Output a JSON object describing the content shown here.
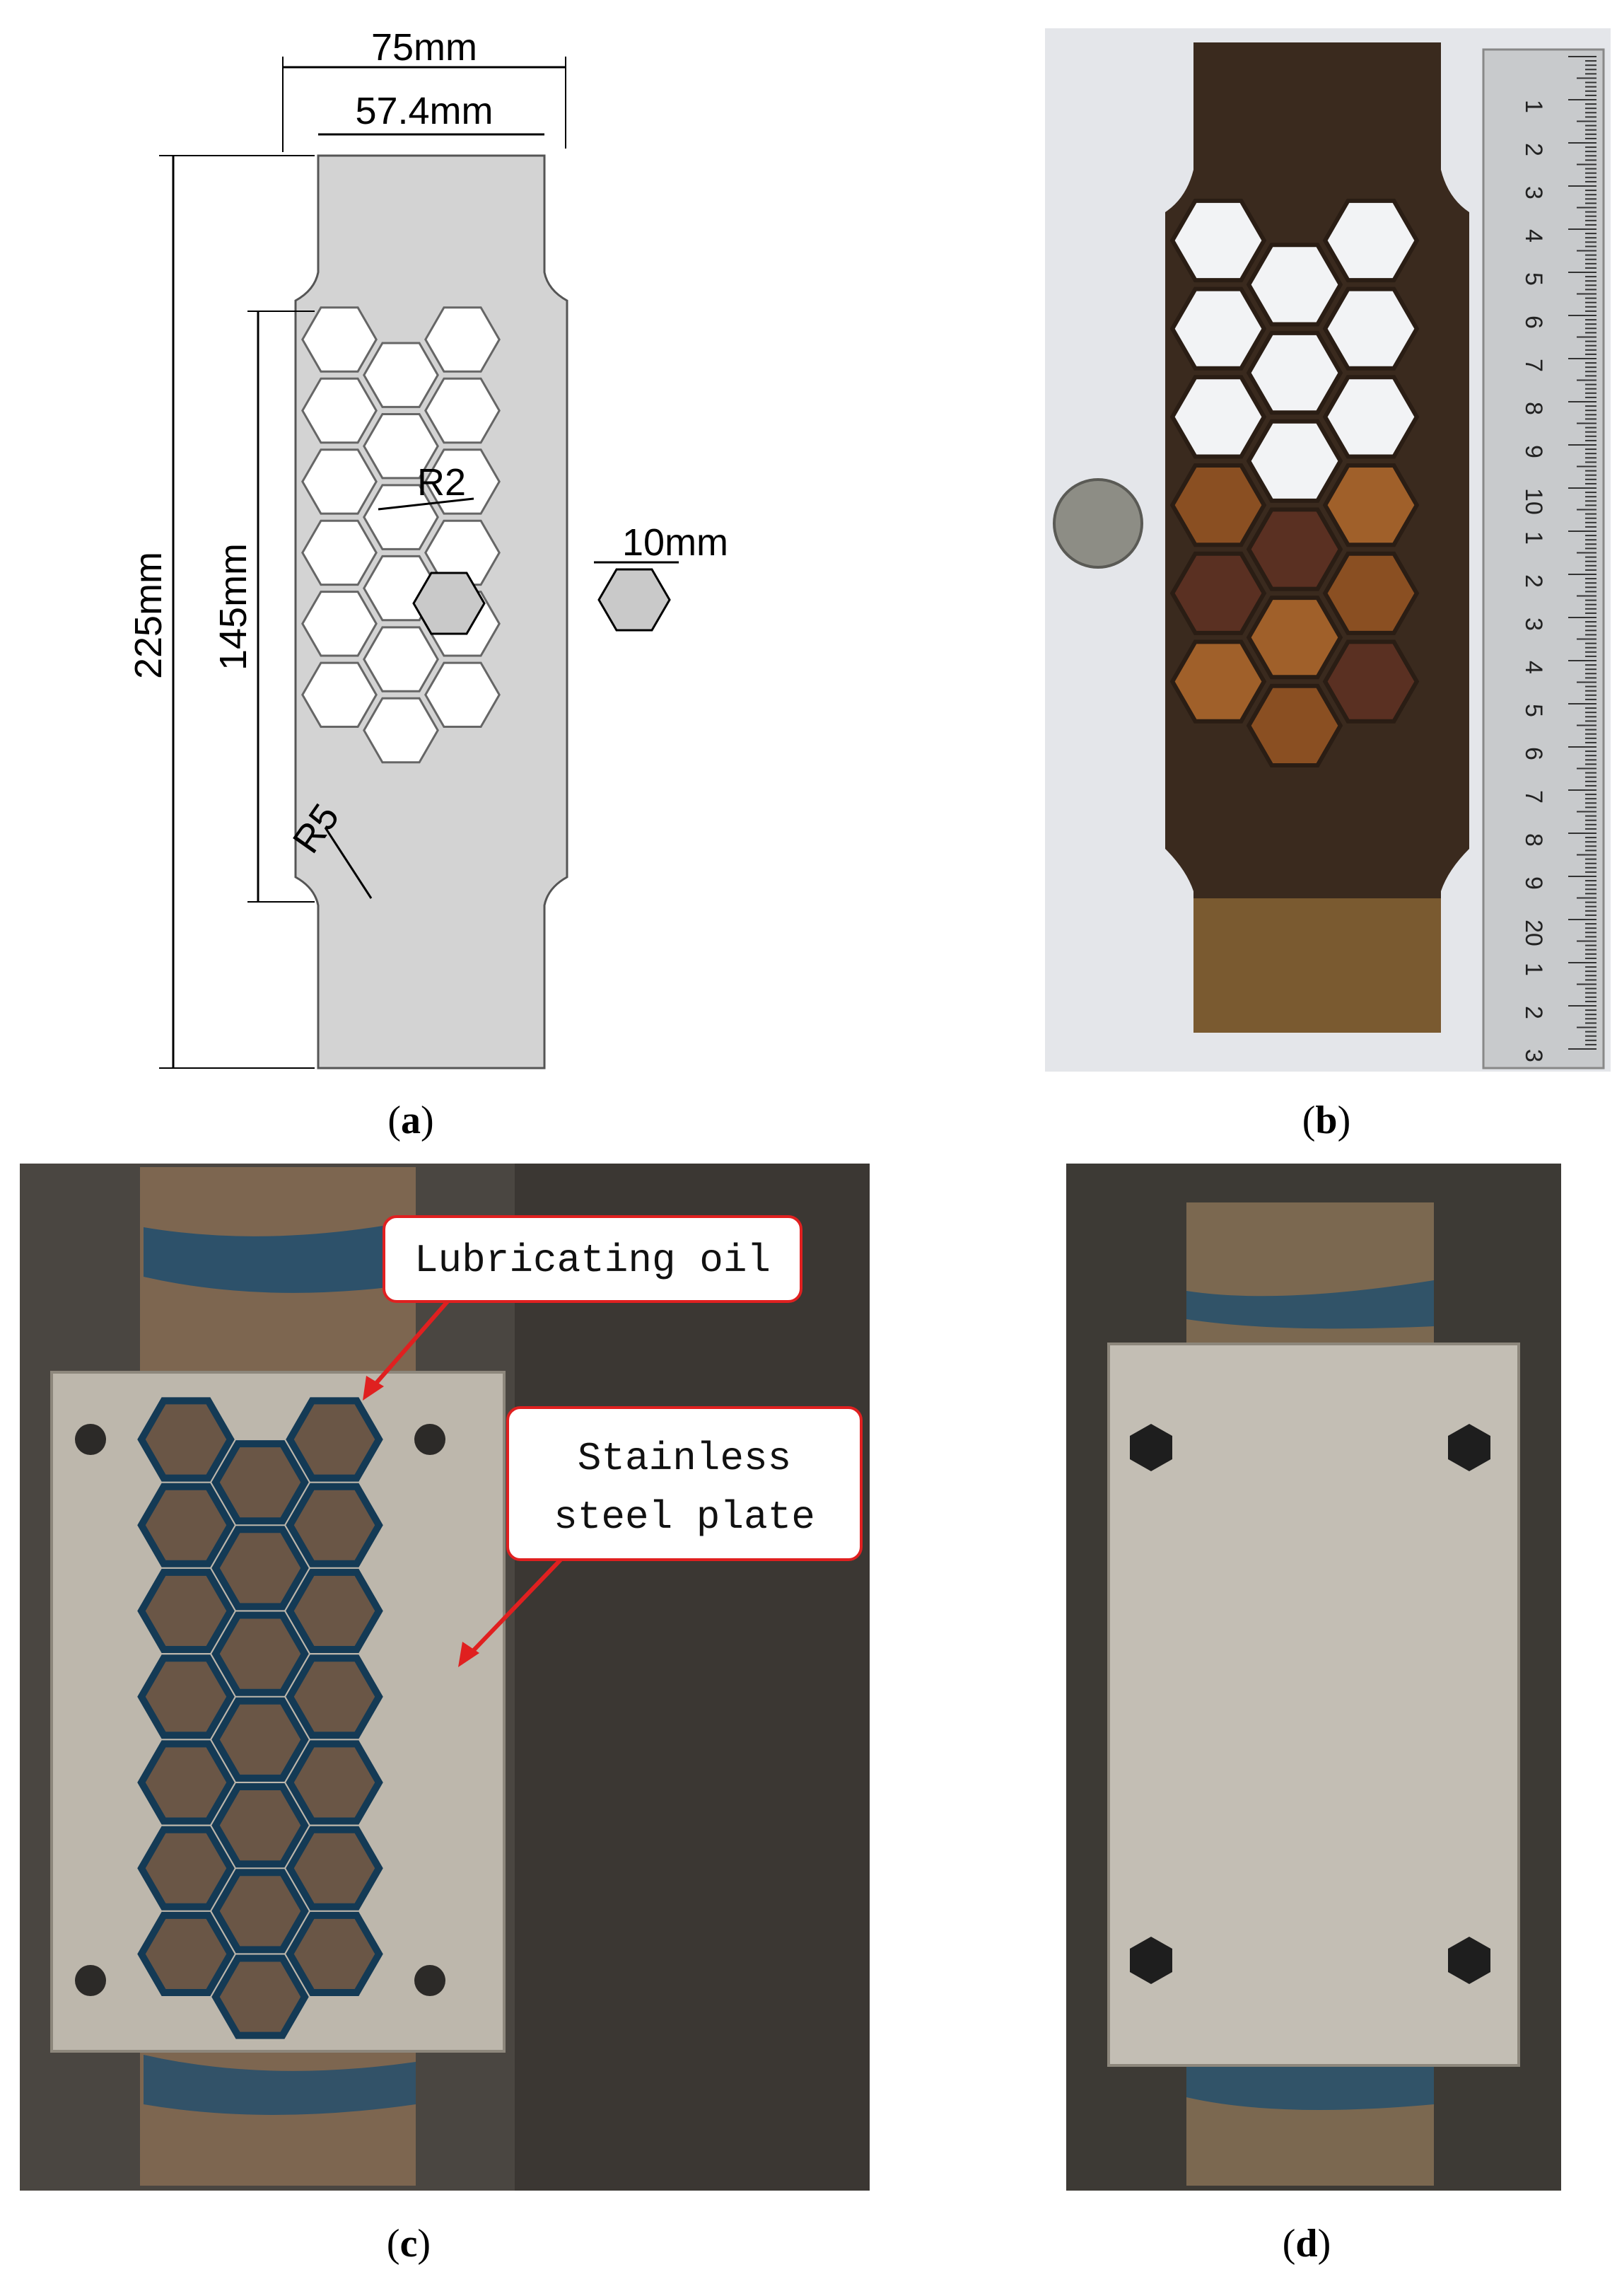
{
  "panel_a": {
    "dims": {
      "total_width": "75mm",
      "inner_width": "57.4mm",
      "total_height": "225mm",
      "gauge_length": "145mm",
      "radius_small": "R2",
      "radius_large": "R5",
      "hex_size": "10mm"
    },
    "caption_letter": "a"
  },
  "panel_b": {
    "ruler_numbers": [
      "1",
      "2",
      "3",
      "4",
      "5",
      "6",
      "7",
      "8",
      "9",
      "10",
      "1",
      "2",
      "3",
      "4",
      "5",
      "6",
      "7",
      "8",
      "9",
      "20",
      "1",
      "2",
      "3"
    ],
    "caption_letter": "b"
  },
  "panel_c": {
    "callout_1": "Lubricating oil",
    "callout_2_line1": "Stainless",
    "callout_2_line2": "steel plate",
    "caption_letter": "c"
  },
  "panel_d": {
    "caption_letter": "d"
  },
  "colors": {
    "specimen_grey": "#d3d3d3",
    "callout_red": "#e02020",
    "lube_blue": "#1f4e6e"
  }
}
